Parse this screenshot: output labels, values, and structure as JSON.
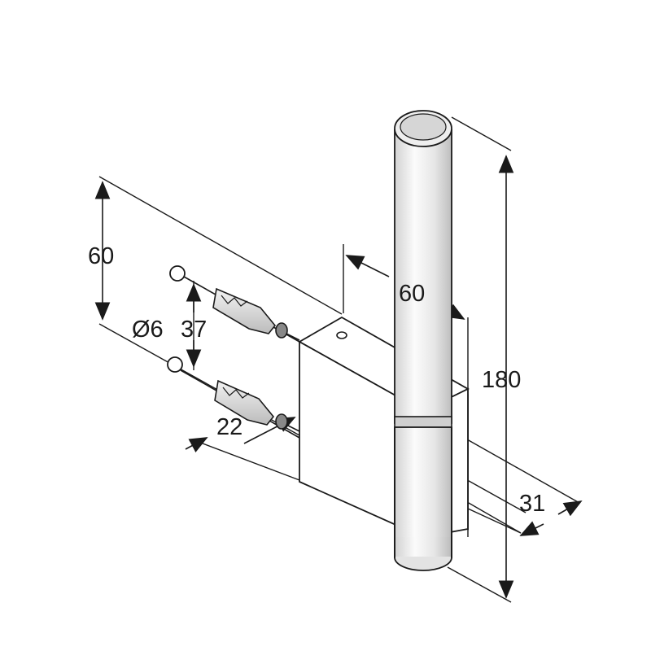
{
  "drawing": {
    "dimensions": {
      "height_left": "60",
      "hole_diameter": "Ø6",
      "hole_spacing": "37",
      "depth_small": "22",
      "width_top": "60",
      "total_height": "180",
      "thickness": "31"
    },
    "colors": {
      "line": "#1a1a1a",
      "metal_light": "#f4f4f4",
      "metal_mid": "#d9d9d9",
      "metal_dark": "#b5b5b5",
      "background": "#ffffff"
    }
  }
}
